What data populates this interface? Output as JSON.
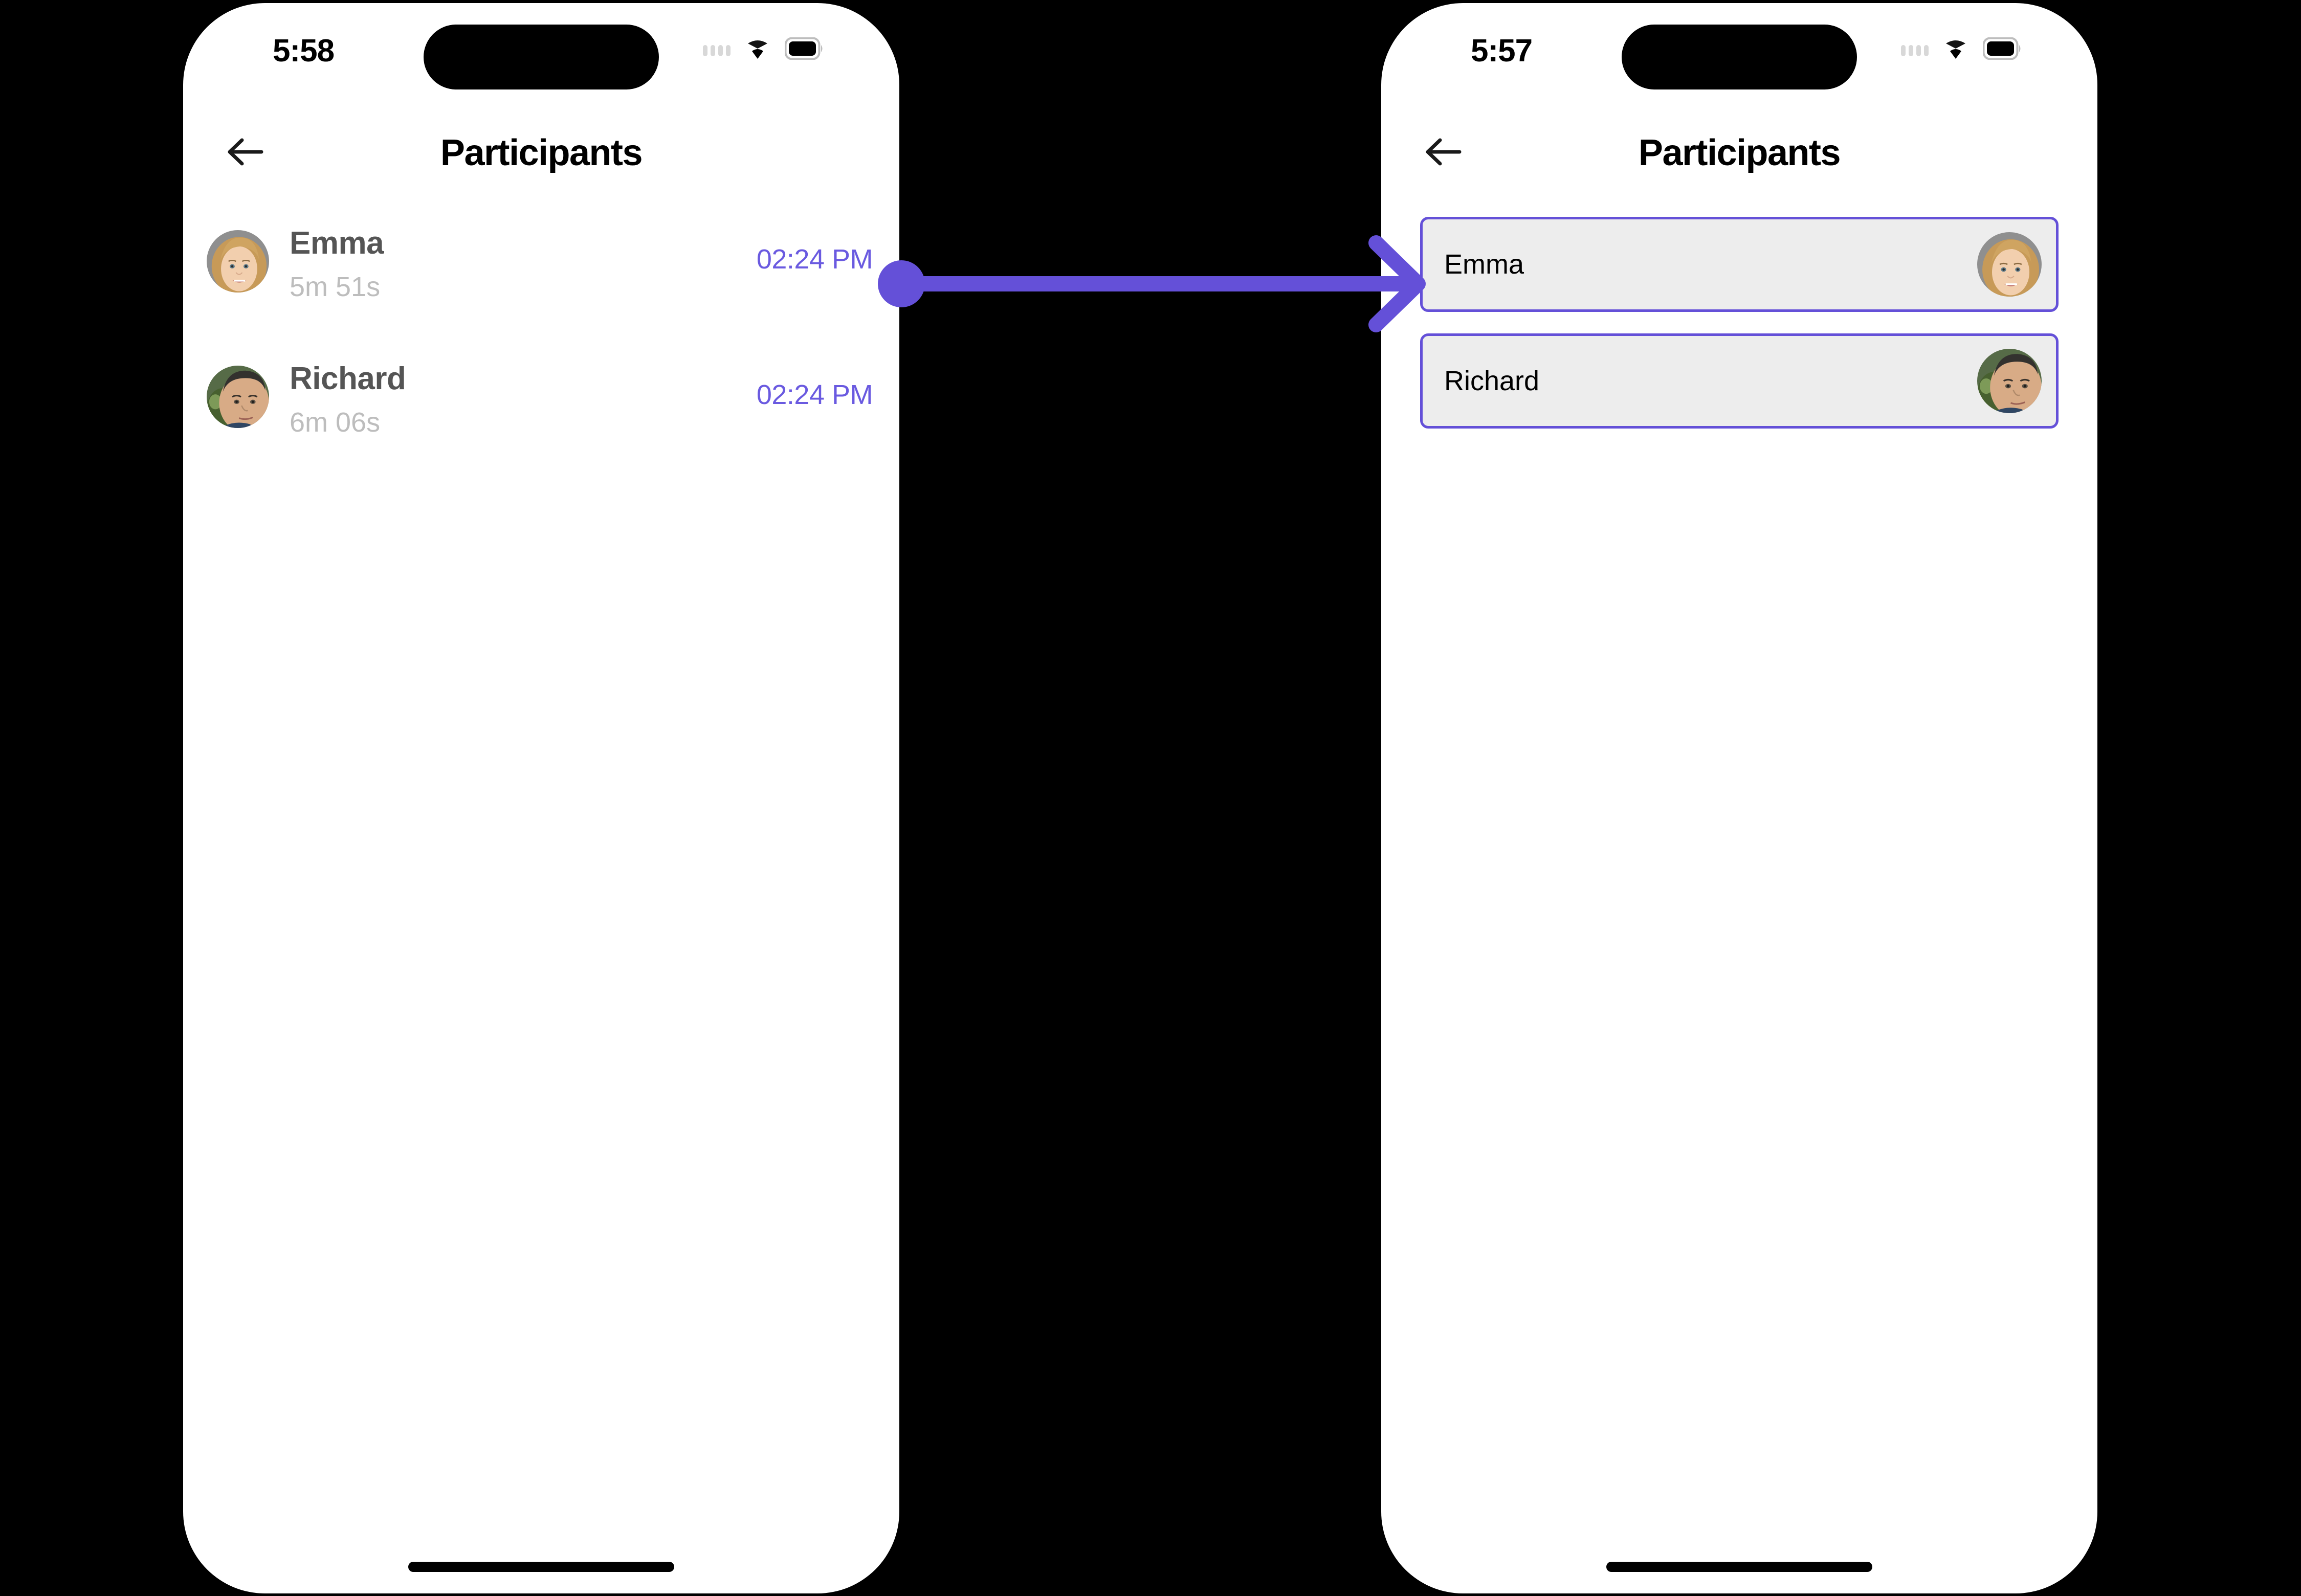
{
  "accent_color": "#6450d8",
  "time_label_color": "#6a5ae0",
  "card_bg_color": "#ededed",
  "screens": [
    {
      "id": "before",
      "status_bar": {
        "time": "5:58",
        "cellular_icon": "cellular-dots-icon",
        "wifi_icon": "wifi-icon",
        "battery_icon": "battery-icon"
      },
      "nav": {
        "back_icon": "back-arrow-icon",
        "title": "Participants"
      },
      "participants": [
        {
          "name": "Emma",
          "duration": "5m 51s",
          "time": "02:24 PM",
          "avatar": "emma-avatar"
        },
        {
          "name": "Richard",
          "duration": "6m 06s",
          "time": "02:24 PM",
          "avatar": "richard-avatar"
        }
      ],
      "home_indicator": "home-indicator"
    },
    {
      "id": "after",
      "status_bar": {
        "time": "5:57",
        "cellular_icon": "cellular-dots-icon",
        "wifi_icon": "wifi-icon",
        "battery_icon": "battery-icon"
      },
      "nav": {
        "back_icon": "back-arrow-icon",
        "title": "Participants"
      },
      "participants": [
        {
          "name": "Emma",
          "avatar": "emma-avatar"
        },
        {
          "name": "Richard",
          "avatar": "richard-avatar"
        }
      ],
      "home_indicator": "home-indicator"
    }
  ],
  "annotation": {
    "type": "arrow",
    "icon": "tap-target-dot-and-arrow",
    "color": "#6450d8",
    "from": "emma-row-timestamp",
    "to": "after-screen"
  }
}
